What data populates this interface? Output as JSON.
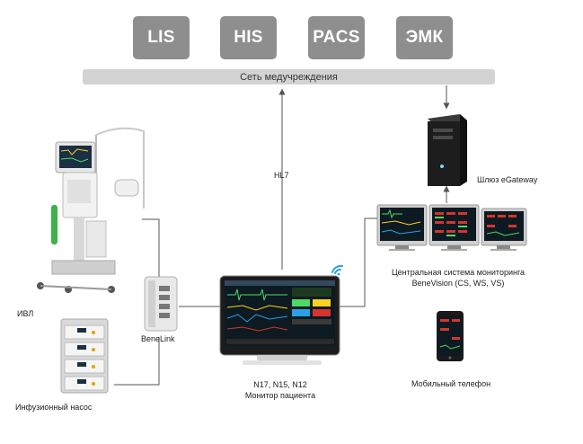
{
  "systems": [
    "LIS",
    "HIS",
    "PACS",
    "ЭМК"
  ],
  "network": {
    "label": "Сеть медучреждения"
  },
  "protocol": {
    "label": "HL7"
  },
  "devices": {
    "gateway": "Шлюз eGateway",
    "central_line1": "Центральная система мониторинга",
    "central_line2": "BeneVision (CS, WS, VS)",
    "ventilator": "ИВЛ",
    "benelink": "BeneLink",
    "infusion": "Инфузионный насос",
    "monitor_line1": "N17, N15, N12",
    "monitor_line2": "Монитор пациента",
    "mobile": "Мобильный телефон"
  },
  "colors": {
    "system_box": "#8e8e8e",
    "network_bar": "#d3d3d3",
    "connector": "#555555",
    "wifi": "#2aa0e6",
    "screen_bg": "#0e1a22",
    "phone_accent": "#d6342d"
  }
}
